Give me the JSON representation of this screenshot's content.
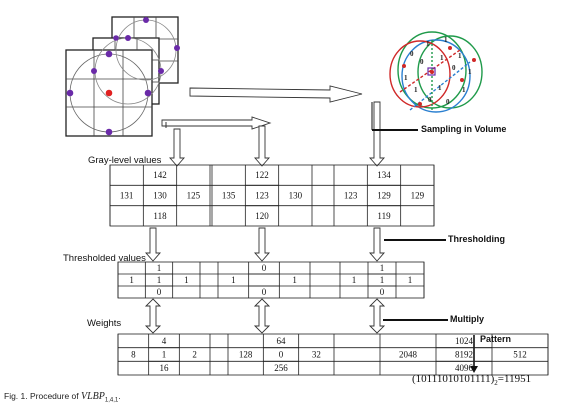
{
  "labels": {
    "gray_level_values": "Gray-level values",
    "thresholded_values": "Thresholded  values",
    "weights": "Weights",
    "sampling_in_volume": "Sampling in Volume",
    "thresholding": "Thresholding",
    "multiply": "Multiply",
    "pattern": "Pattern"
  },
  "pattern_result": {
    "binary": "(10111010101111)",
    "base": "2",
    "decimal": "=11951"
  },
  "caption": {
    "prefix": "Fig. 1. Procedure of ",
    "symbol": "VLBP",
    "subscript": "1,4,1",
    "suffix": "."
  },
  "gray_level": [
    {
      "top": "142",
      "left": "131",
      "center": "130",
      "right": "125",
      "bottom": "118"
    },
    {
      "top": "122",
      "left": "135",
      "center": "123",
      "right": "130",
      "bottom": "120"
    },
    {
      "top": "134",
      "left": "123",
      "center": "129",
      "right": "129",
      "bottom": "119"
    }
  ],
  "thresholded": [
    {
      "top": "1",
      "left": "1",
      "center": "1",
      "right": "1",
      "bottom": "0"
    },
    {
      "top": "0",
      "left": "1",
      "center": "",
      "right": "1",
      "bottom": "0"
    },
    {
      "top": "1",
      "left": "1",
      "center": "1",
      "right": "1",
      "bottom": "0"
    }
  ],
  "weights": [
    {
      "top": "4",
      "left": "8",
      "center": "1",
      "right": "2",
      "bottom": "16"
    },
    {
      "top": "64",
      "left": "128",
      "center": "0",
      "right": "32",
      "bottom": "256"
    },
    {
      "top": "1024",
      "left": "2048",
      "center": "8192",
      "right": "512",
      "bottom": "4096"
    }
  ],
  "sampling_digits": [
    "0",
    "1",
    "1",
    "1",
    "1",
    "1",
    "0",
    "0",
    "1",
    "1",
    "0",
    "1",
    "0",
    "1"
  ],
  "colors": {
    "neighbor_point": "#6a2aa8",
    "center_point": "#e02020",
    "circle_green": "#1f9a4a",
    "circle_blue": "#2a7fd0",
    "circle_red": "#d02828"
  }
}
